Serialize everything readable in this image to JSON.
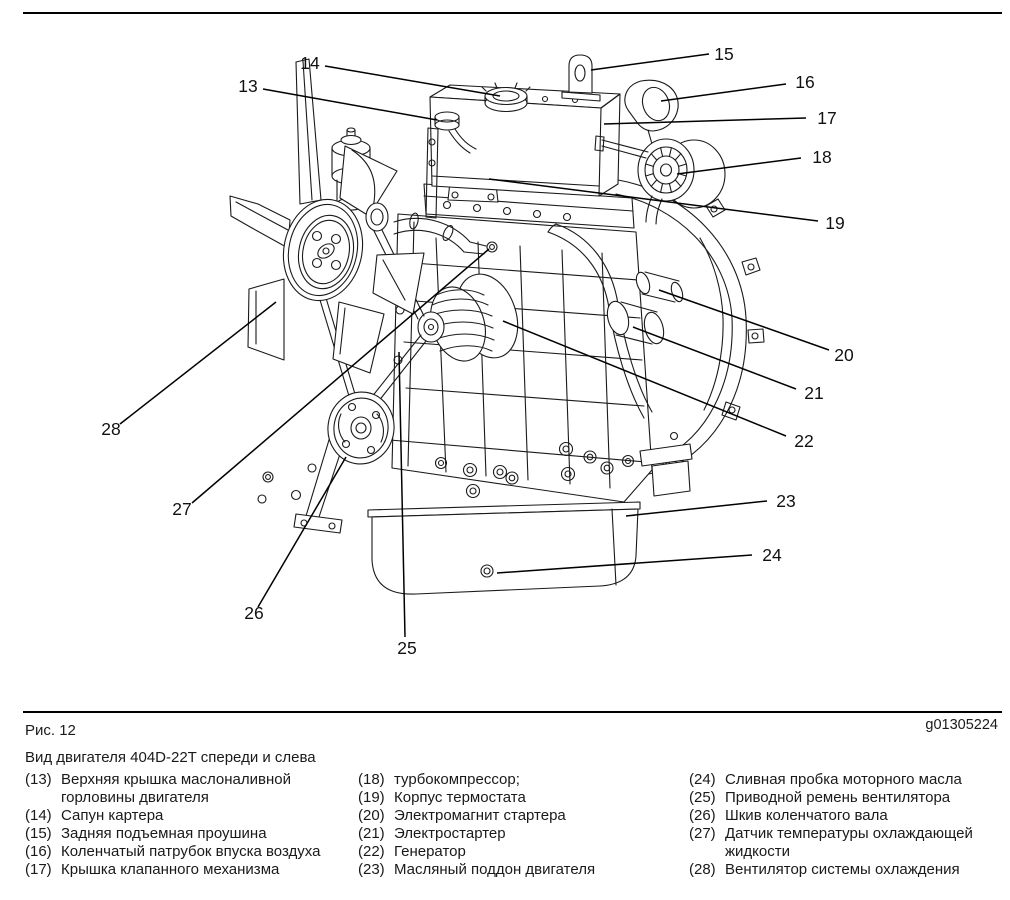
{
  "figure": {
    "number_label": "Рис. 12",
    "title": "Вид двигателя 404D-22T спереди и слева",
    "ref_code": "g01305224"
  },
  "callouts": [
    {
      "label": "13"
    },
    {
      "label": "14"
    },
    {
      "label": "15"
    },
    {
      "label": "16"
    },
    {
      "label": "17"
    },
    {
      "label": "18"
    },
    {
      "label": "19"
    },
    {
      "label": "20"
    },
    {
      "label": "21"
    },
    {
      "label": "22"
    },
    {
      "label": "23"
    },
    {
      "label": "24"
    },
    {
      "label": "25"
    },
    {
      "label": "26"
    },
    {
      "label": "27"
    },
    {
      "label": "28"
    }
  ],
  "legend": {
    "col1": [
      {
        "num": "(13)",
        "text": "Верхняя крышка маслоналивной горловины двигателя"
      },
      {
        "num": "(14)",
        "text": "Сапун картера"
      },
      {
        "num": "(15)",
        "text": "Задняя подъемная проушина"
      },
      {
        "num": "(16)",
        "text": "Коленчатый патрубок впуска воздуха"
      },
      {
        "num": "(17)",
        "text": "Крышка клапанного механизма"
      }
    ],
    "col2": [
      {
        "num": "(18)",
        "text": "турбокомпрессор;"
      },
      {
        "num": "(19)",
        "text": "Корпус термостата"
      },
      {
        "num": "(20)",
        "text": "Электромагнит стартера"
      },
      {
        "num": "(21)",
        "text": "Электростартер"
      },
      {
        "num": "(22)",
        "text": "Генератор"
      },
      {
        "num": "(23)",
        "text": "Масляный поддон двигателя"
      }
    ],
    "col3": [
      {
        "num": "(24)",
        "text": "Сливная пробка моторного масла"
      },
      {
        "num": "(25)",
        "text": "Приводной ремень вентилятора"
      },
      {
        "num": "(26)",
        "text": "Шкив коленчатого вала"
      },
      {
        "num": "(27)",
        "text": "Датчик температуры охлаждающей жидкости"
      },
      {
        "num": "(28)",
        "text": "Вентилятор системы охлаждения"
      }
    ]
  }
}
